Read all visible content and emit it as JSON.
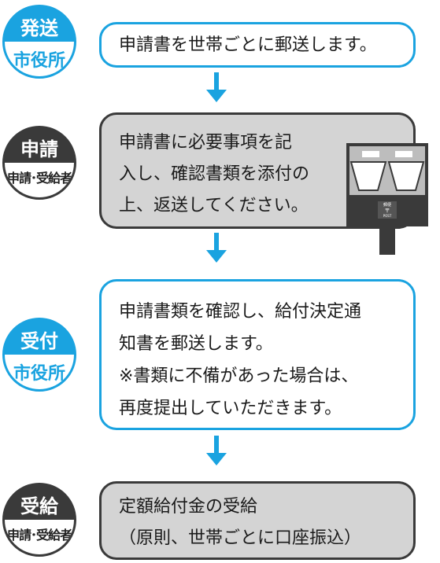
{
  "steps": [
    {
      "badge_top": "発送",
      "badge_bottom": "市役所",
      "lines": [
        "申請書を世帯ごとに郵送します。"
      ]
    },
    {
      "badge_top": "申請",
      "badge_bottom": "申請･受給者",
      "lines": [
        "申請書に必要事項を記",
        "入し、確認書類を添付の",
        "上、返送してください。"
      ]
    },
    {
      "badge_top": "受付",
      "badge_bottom": "市役所",
      "lines": [
        "申請書類を確認し、給付決定通",
        "知書を郵送します。",
        "※書類に不備があった場合は、",
        "再度提出していただきます。"
      ]
    },
    {
      "badge_top": "受給",
      "badge_bottom": "申請･受給者",
      "lines": [
        "定額給付金の受給",
        "（原則、世帯ごとに口座振込）"
      ]
    }
  ],
  "postbox_label": "郵便\n〒\nPOST",
  "colors": {
    "accent": "#1aa3e0",
    "dark": "#3a3a3a",
    "gray_fill": "#d4d4d4"
  }
}
